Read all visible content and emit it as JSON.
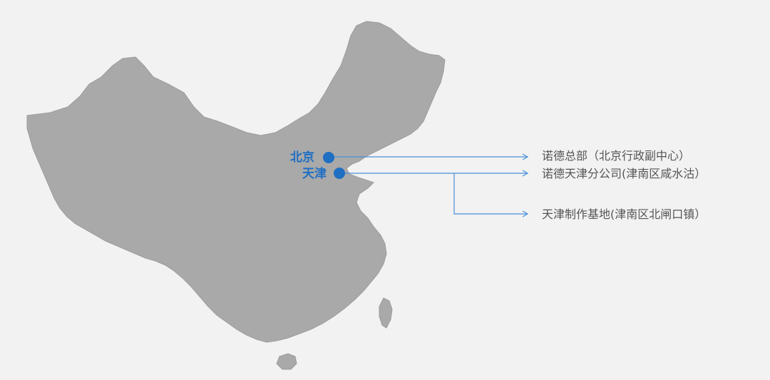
{
  "map": {
    "land_color": "#a9a9a9",
    "accent_color": "#1f6fc3",
    "connector_color": "#4a90d9",
    "text_color": "#555555",
    "background_color": "#f2f2f2",
    "cities": [
      {
        "name": "北京"
      },
      {
        "name": "天津"
      }
    ],
    "locations": [
      {
        "label": "诺德总部（北京行政副中心）"
      },
      {
        "label": "诺德天津分公司(津南区咸水沽）"
      },
      {
        "label": "天津制作基地(津南区北闸口镇）"
      }
    ]
  }
}
